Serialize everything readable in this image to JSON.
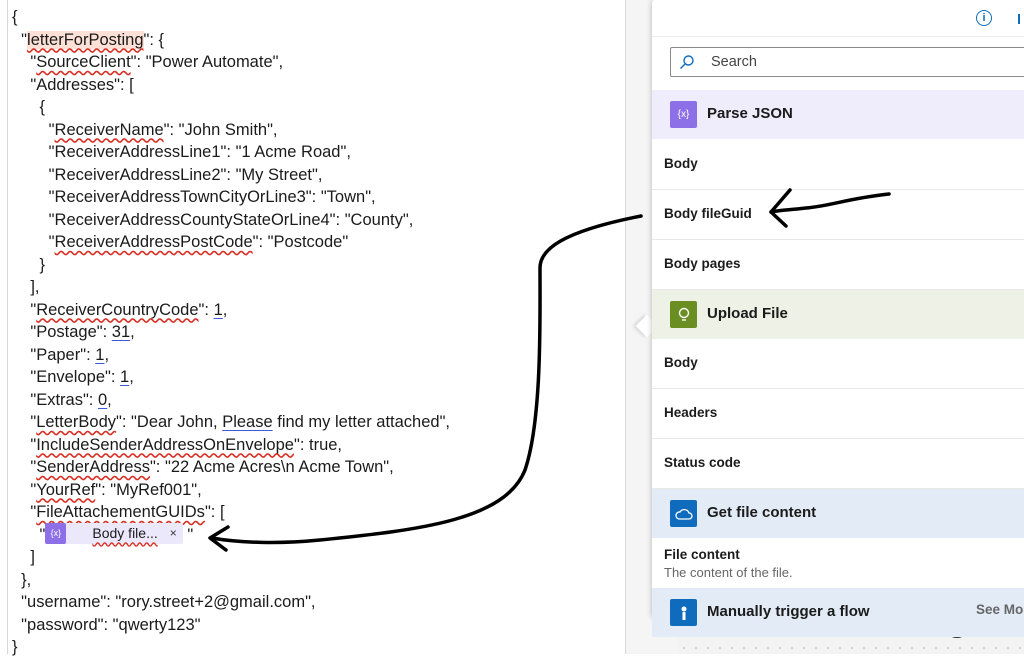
{
  "editor": {
    "lines": [
      [
        {
          "t": "{"
        }
      ],
      [
        {
          "t": "  \""
        },
        {
          "t": "letterForPosting",
          "c": "sq hl"
        },
        {
          "t": "\": {"
        }
      ],
      [
        {
          "t": "    \""
        },
        {
          "t": "SourceClient",
          "c": "sq"
        },
        {
          "t": "\": \"Power Automate\","
        }
      ],
      [
        {
          "t": "    \"Addresses\": ["
        }
      ],
      [
        {
          "t": "      {"
        }
      ],
      [
        {
          "t": "        \""
        },
        {
          "t": "ReceiverName",
          "c": "sq"
        },
        {
          "t": "\": \"John Smith\","
        }
      ],
      [
        {
          "t": "        \"ReceiverAddressLine1\": \"1 Acme Road\","
        }
      ],
      [
        {
          "t": "        \"ReceiverAddressLine2\": \"My Street\","
        }
      ],
      [
        {
          "t": "        \"ReceiverAddressTownCityOrLine3\": \"Town\","
        }
      ],
      [
        {
          "t": "        \"ReceiverAddressCountyStateOrLine4\": \"County\","
        }
      ],
      [
        {
          "t": "        \""
        },
        {
          "t": "ReceiverAddressPostCode",
          "c": "sq"
        },
        {
          "t": "\": \"Postcode\""
        }
      ],
      [
        {
          "t": "      }"
        }
      ],
      [
        {
          "t": "    ],"
        }
      ],
      [
        {
          "t": "    \""
        },
        {
          "t": "ReceiverCountryCode",
          "c": "sq"
        },
        {
          "t": "\": "
        },
        {
          "t": "1",
          "c": "bu"
        },
        {
          "t": ","
        }
      ],
      [
        {
          "t": "    \"Postage\": "
        },
        {
          "t": "31",
          "c": "bu"
        },
        {
          "t": ","
        }
      ],
      [
        {
          "t": "    \"Paper\": "
        },
        {
          "t": "1",
          "c": "bu"
        },
        {
          "t": ","
        }
      ],
      [
        {
          "t": "    \"Envelope\": "
        },
        {
          "t": "1",
          "c": "bu"
        },
        {
          "t": ","
        }
      ],
      [
        {
          "t": "    \"Extras\": "
        },
        {
          "t": "0",
          "c": "bu"
        },
        {
          "t": ","
        }
      ],
      [
        {
          "t": "    \""
        },
        {
          "t": "LetterBody",
          "c": "sq"
        },
        {
          "t": "\": \"Dear John, "
        },
        {
          "t": "Please",
          "c": "bu"
        },
        {
          "t": " find my letter attached\","
        }
      ],
      [
        {
          "t": "    \""
        },
        {
          "t": "IncludeSenderAddressOnEnvelope",
          "c": "sq"
        },
        {
          "t": "\": true,"
        }
      ],
      [
        {
          "t": "    \""
        },
        {
          "t": "SenderAddress",
          "c": "sq"
        },
        {
          "t": "\": \"22 Acme Acres\\n Acme Town\","
        }
      ],
      [
        {
          "t": "    \""
        },
        {
          "t": "YourRef",
          "c": "sq"
        },
        {
          "t": "\": \"MyRef001\","
        }
      ],
      [
        {
          "t": "    \""
        },
        {
          "t": "FileAttachementGUIDs",
          "c": "sq"
        },
        {
          "t": "\": ["
        }
      ],
      [
        {
          "t": "      \""
        },
        {
          "token": true
        },
        {
          "t": " \""
        }
      ],
      [
        {
          "t": "    ]"
        }
      ],
      [
        {
          "t": "  },"
        }
      ],
      [
        {
          "t": "  \"username\": \"rory.street+2@gmail.com\","
        }
      ],
      [
        {
          "t": "  \"password\": \"qwerty123\""
        }
      ],
      [
        {
          "t": "}"
        }
      ]
    ],
    "token": {
      "icon_text": "{x}",
      "label": "Body file...",
      "close": "×",
      "icon": "expression-icon"
    }
  },
  "panel": {
    "info_icon": "i",
    "search_placeholder": "Search",
    "sections": [
      {
        "title": "Parse JSON",
        "icon": "parse-json-icon",
        "icon_text": "{x}",
        "color": "#8d6fe8",
        "bg": "#efecfc",
        "items": [
          {
            "label": "Body"
          },
          {
            "label": "Body fileGuid"
          },
          {
            "label": "Body pages"
          }
        ]
      },
      {
        "title": "Upload File",
        "icon": "lightbulb-icon",
        "icon_text": "",
        "color": "#6b8e23",
        "bg": "#eef1e6",
        "items": [
          {
            "label": "Body"
          },
          {
            "label": "Headers"
          },
          {
            "label": "Status code"
          }
        ]
      },
      {
        "title": "Get file content",
        "icon": "onedrive-cloud-icon",
        "icon_text": "",
        "color": "#0f6cbd",
        "bg": "#e3ecf6",
        "items": [
          {
            "label": "File content",
            "desc": "The content of the file."
          }
        ]
      },
      {
        "title": "Manually trigger a flow",
        "icon": "manual-trigger-icon",
        "icon_text": "",
        "color": "#0f6cbd",
        "bg": "#e3ecf6",
        "items": [],
        "see_more": "See More"
      }
    ]
  },
  "canvas": {
    "add_label": "+"
  }
}
